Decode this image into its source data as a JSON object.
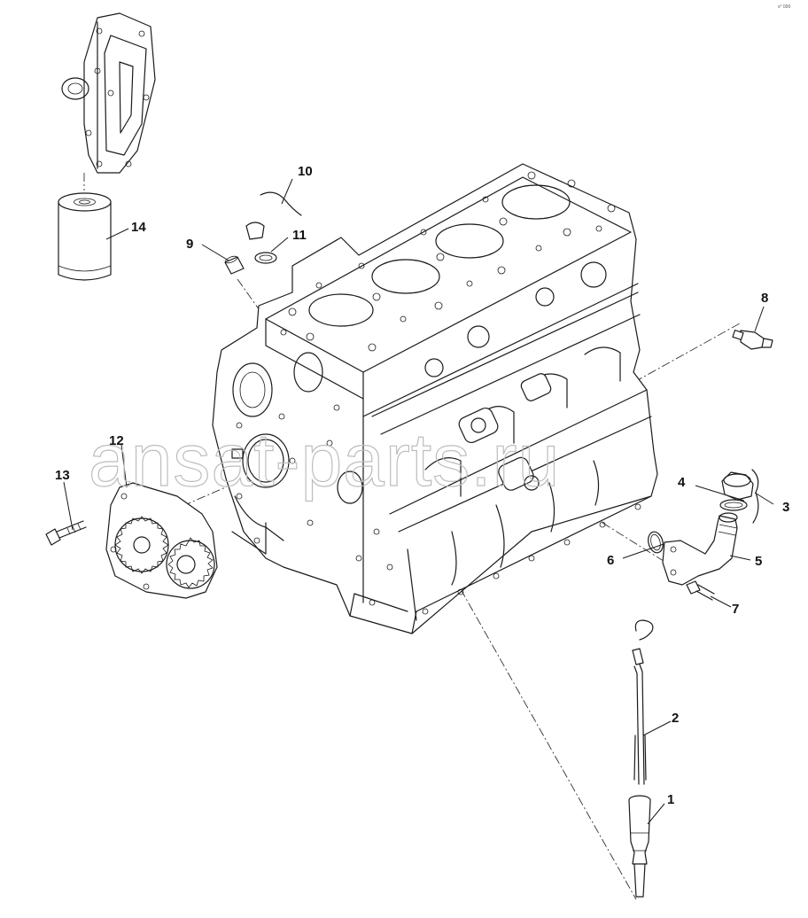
{
  "diagram": {
    "watermark": "ansat-parts.ru",
    "drawing_code": "s° 000",
    "callouts": [
      {
        "id": "1",
        "label": "1"
      },
      {
        "id": "2",
        "label": "2"
      },
      {
        "id": "3",
        "label": "3"
      },
      {
        "id": "4",
        "label": "4"
      },
      {
        "id": "5",
        "label": "5"
      },
      {
        "id": "6",
        "label": "6"
      },
      {
        "id": "7",
        "label": "7"
      },
      {
        "id": "8",
        "label": "8"
      },
      {
        "id": "9",
        "label": "9"
      },
      {
        "id": "10",
        "label": "10"
      },
      {
        "id": "11",
        "label": "11"
      },
      {
        "id": "12",
        "label": "12"
      },
      {
        "id": "13",
        "label": "13"
      },
      {
        "id": "14",
        "label": "14"
      }
    ]
  }
}
